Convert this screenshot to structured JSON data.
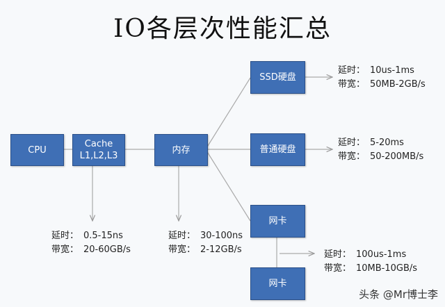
{
  "title": "IO各层次性能汇总",
  "nodes": {
    "cpu": {
      "label": "CPU"
    },
    "cache": {
      "label_line1": "Cache",
      "label_line2": "L1,L2,L3"
    },
    "memory": {
      "label": "内存"
    },
    "ssd": {
      "label": "SSD硬盘"
    },
    "hdd": {
      "label": "普通硬盘"
    },
    "nic1": {
      "label": "网卡"
    },
    "nic2": {
      "label": "网卡"
    }
  },
  "specs": {
    "cache": {
      "latency_key": "延时：",
      "latency": "0.5-15ns",
      "bandwidth_key": "带宽：",
      "bandwidth": "20-60GB/s"
    },
    "memory": {
      "latency_key": "延时：",
      "latency": "30-100ns",
      "bandwidth_key": "带宽：",
      "bandwidth": "2-12GB/s"
    },
    "ssd": {
      "latency_key": "延时：",
      "latency": "10us-1ms",
      "bandwidth_key": "带宽：",
      "bandwidth": "50MB-2GB/s"
    },
    "hdd": {
      "latency_key": "延时：",
      "latency": "5-20ms",
      "bandwidth_key": "带宽：",
      "bandwidth": "50-200MB/s"
    },
    "nic": {
      "latency_key": "延时：",
      "latency": "100us-1ms",
      "bandwidth_key": "带宽：",
      "bandwidth": "10MB-10GB/s"
    }
  },
  "watermark": "头条 @Mr博士李",
  "colors": {
    "box_fill": "#3f6fb5",
    "box_border": "#2a4f88",
    "line": "#aaaaaa",
    "background": "#f7f9fb"
  }
}
